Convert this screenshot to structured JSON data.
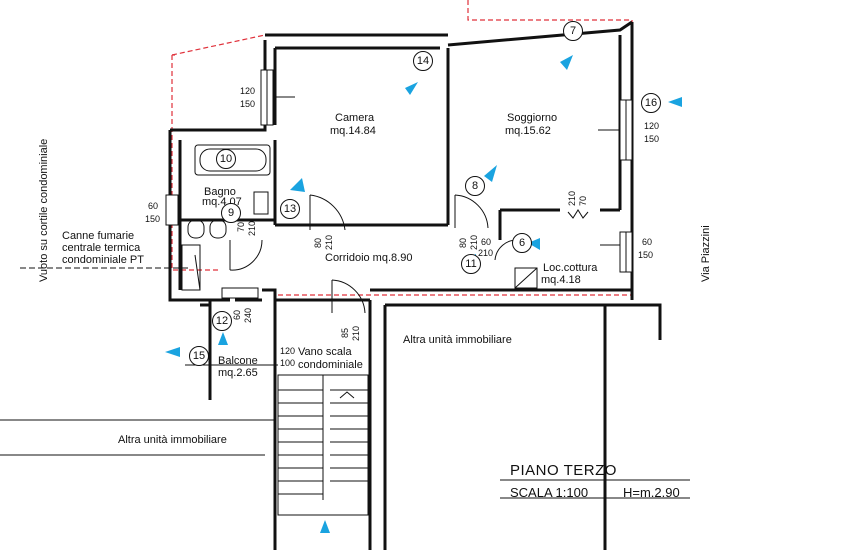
{
  "colors": {
    "walls": "#111111",
    "boundary": "#e0303a",
    "arrow": "#1aa3e0"
  },
  "rooms": {
    "camera": {
      "name": "Camera",
      "area": "mq.14.84"
    },
    "soggiorno": {
      "name": "Soggiorno",
      "area": "mq.15.62"
    },
    "bagno": {
      "name": "Bagno",
      "area": "mq.4.07"
    },
    "corridoio": {
      "name": "Corridoio mq.8.90"
    },
    "cottura": {
      "name": "Loc.cottura",
      "area": "mq.4.18"
    },
    "balcone": {
      "name": "Balcone",
      "area": "mq.2.65"
    },
    "vano_scala": {
      "line1": "Vano scala",
      "line2": "condominiale"
    }
  },
  "labels": {
    "vuoto": "Vuoto su cortile condominiale",
    "canne_1": "Canne fumarie",
    "canne_2": "centrale termica",
    "canne_3": "condominiale PT",
    "via": "Via Piazzini",
    "altra_right": "Altra unità immobiliare",
    "altra_left": "Altra unità immobiliare",
    "title": "PIANO TERZO",
    "scale": "SCALA 1:100",
    "height": "H=m.2.90"
  },
  "dims": {
    "w_camera_1": "120",
    "w_camera_2": "150",
    "w_sogg_1": "120",
    "w_sogg_2": "150",
    "w_bagno_1": "60",
    "w_bagno_2": "150",
    "w_cott_1": "60",
    "w_cott_2": "150",
    "d_bagno_1": "70",
    "d_bagno_2": "210",
    "d_cam_1": "80",
    "d_cam_2": "210",
    "d_sogg_1": "80",
    "d_sogg_2": "210",
    "d_cott_1": "60",
    "d_cott_2": "210",
    "d_arch_1": "70",
    "d_arch_2": "210",
    "d_entry_1": "85",
    "d_entry_2": "210",
    "d_balc_1": "60",
    "d_balc_2": "240",
    "d_vano_1": "120",
    "d_vano_2": "100"
  },
  "markers": [
    "6",
    "7",
    "8",
    "9",
    "10",
    "11",
    "12",
    "13",
    "14",
    "15",
    "16"
  ]
}
